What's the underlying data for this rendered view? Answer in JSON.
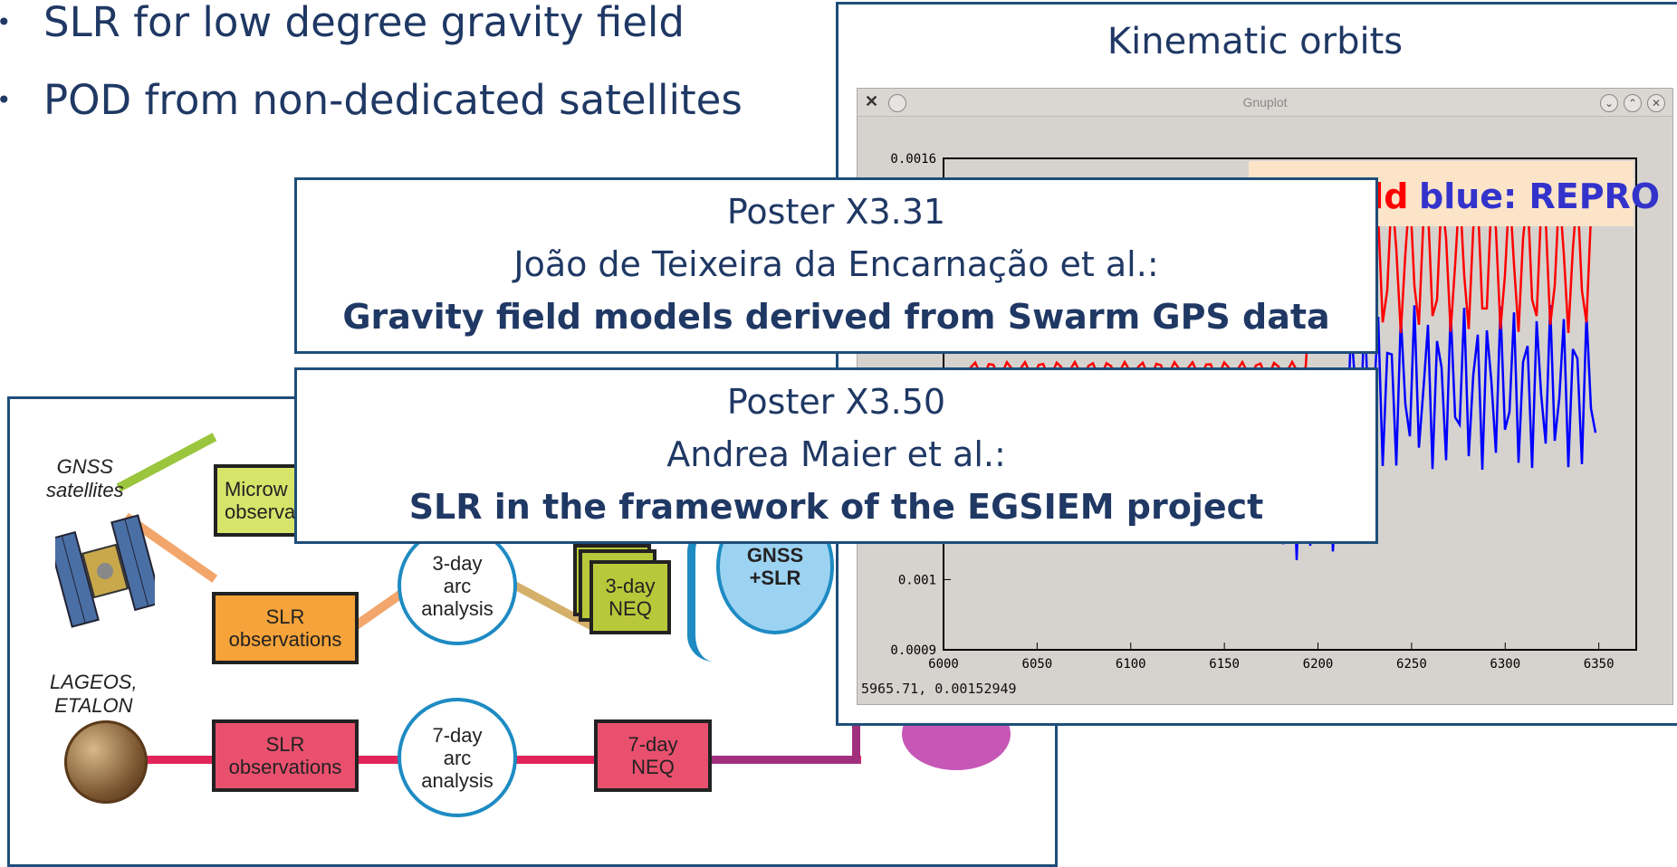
{
  "bullets": [
    {
      "text": "SLR for low degree gravity field"
    },
    {
      "text": "POD from non-dedicated satellites"
    }
  ],
  "bullet_glyph": "•",
  "kinematic": {
    "title": "Kinematic orbits",
    "window_title": "Gnuplot",
    "status": "5965.71,  0.00152949",
    "legend": {
      "red_label": "red: old",
      "blue_label": "blue: REPRO"
    }
  },
  "chart_data": {
    "type": "line",
    "xlim": [
      6000,
      6370
    ],
    "ylim": [
      0.0009,
      0.0016
    ],
    "x_ticks": [
      6000,
      6050,
      6100,
      6150,
      6200,
      6250,
      6300,
      6350
    ],
    "y_ticks": [
      {
        "value": 0.0016,
        "label": "0.0016"
      },
      {
        "value": 0.001,
        "label": "0.001"
      },
      {
        "value": 0.0009,
        "label": "0.0009"
      }
    ],
    "series": [
      {
        "name": "old",
        "color": "#ff0000"
      },
      {
        "name": "REPRO",
        "color": "#0000ff"
      }
    ],
    "legend_position": "top-right",
    "grid": false
  },
  "posters": [
    {
      "line1": "Poster X3.31",
      "line2": "João de Teixeira da Encarnação et al.:",
      "line3": "Gravity field models derived from Swarm GPS data"
    },
    {
      "line1": "Poster X3.50",
      "line2": "Andrea Maier et al.:",
      "line3": "SLR in the framework of the EGSIEM project"
    }
  ],
  "diagram": {
    "gnss_label": "GNSS\nsatellites",
    "lageos_label": "LAGEOS,\nETALON",
    "microwave_label": "Microw\nobserva",
    "slr_obs_1": "SLR\nobservations",
    "slr_obs_2": "SLR\nobservations",
    "arc3": "3-day\narc\nanalysis",
    "arc7": "7-day\narc\nanalysis",
    "neq3": "3-day\nNEQ",
    "neq7": "7-day\nNEQ",
    "combo": "GNSS\n+SLR"
  }
}
